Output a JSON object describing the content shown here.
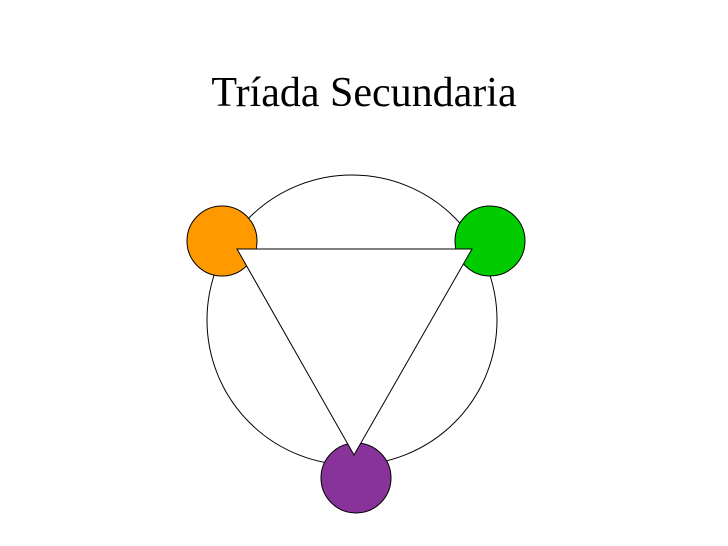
{
  "slide": {
    "title": "Tríada Secundaria"
  },
  "triad": {
    "colors": [
      {
        "name": "orange",
        "hex": "#ff9900"
      },
      {
        "name": "green",
        "hex": "#00cc00"
      },
      {
        "name": "purple",
        "hex": "#883399"
      }
    ],
    "outline_color": "#000000",
    "background": "#ffffff"
  }
}
